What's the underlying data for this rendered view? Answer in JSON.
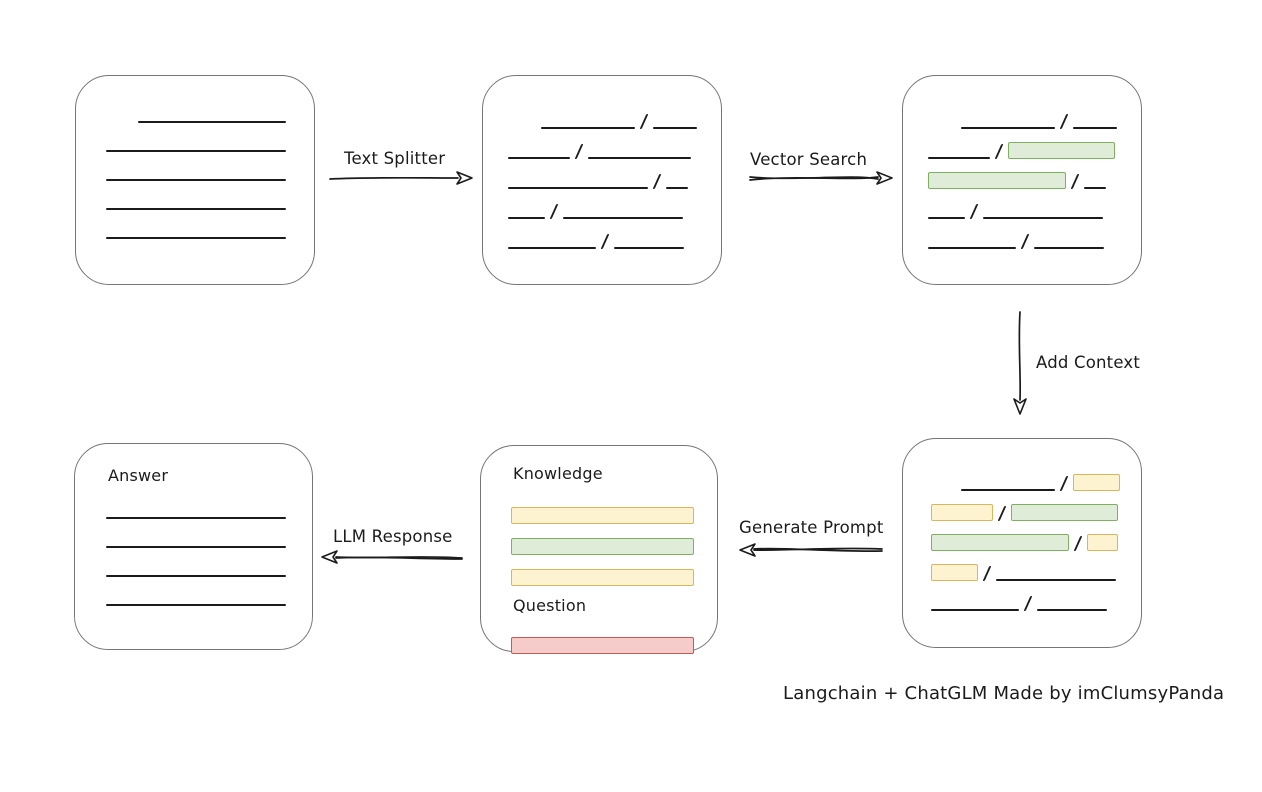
{
  "page": {
    "background": "#ffffff"
  },
  "colors": {
    "ink": "#1b1b1b",
    "box_border": "#757575",
    "green_fill": "#DFEDD8",
    "green_stroke": "#7FB062",
    "yellow_fill": "#FDF3D0",
    "yellow_stroke": "#D9B65C",
    "red_fill": "#F5CCC9",
    "red_stroke": "#C05B55"
  },
  "arrows": {
    "text_splitter": {
      "label": "Text Splitter",
      "direction": "right"
    },
    "vector_search": {
      "label": "Vector Search",
      "direction": "right"
    },
    "add_context": {
      "label": "Add Context",
      "direction": "down"
    },
    "generate_prompt": {
      "label": "Generate Prompt",
      "direction": "left"
    },
    "llm_response": {
      "label": "LLM Response",
      "direction": "left"
    }
  },
  "boxes": {
    "source_document": {
      "rows": [
        [
          {
            "t": "line",
            "w": 148,
            "indent": 32
          }
        ],
        [
          {
            "t": "line",
            "w": 180
          }
        ],
        [
          {
            "t": "line",
            "w": 180
          }
        ],
        [
          {
            "t": "line",
            "w": 180
          }
        ],
        [
          {
            "t": "line",
            "w": 180
          }
        ]
      ]
    },
    "split_chunks": {
      "rows": [
        [
          {
            "t": "line",
            "w": 94,
            "indent": 33
          },
          {
            "t": "slash"
          },
          {
            "t": "line",
            "w": 44
          }
        ],
        [
          {
            "t": "line",
            "w": 62
          },
          {
            "t": "slash"
          },
          {
            "t": "line",
            "w": 103
          }
        ],
        [
          {
            "t": "line",
            "w": 140
          },
          {
            "t": "slash"
          },
          {
            "t": "line",
            "w": 22
          }
        ],
        [
          {
            "t": "line",
            "w": 37
          },
          {
            "t": "slash"
          },
          {
            "t": "line",
            "w": 120
          }
        ],
        [
          {
            "t": "line",
            "w": 88
          },
          {
            "t": "slash"
          },
          {
            "t": "line",
            "w": 70
          }
        ]
      ]
    },
    "matched_chunks": {
      "rows": [
        [
          {
            "t": "line",
            "w": 94,
            "indent": 33
          },
          {
            "t": "slash"
          },
          {
            "t": "line",
            "w": 44
          }
        ],
        [
          {
            "t": "line",
            "w": 62
          },
          {
            "t": "slash"
          },
          {
            "t": "hl",
            "c": "green",
            "w": 107
          }
        ],
        [
          {
            "t": "hl",
            "c": "green",
            "w": 138
          },
          {
            "t": "slash"
          },
          {
            "t": "line",
            "w": 22
          }
        ],
        [
          {
            "t": "line",
            "w": 37
          },
          {
            "t": "slash"
          },
          {
            "t": "line",
            "w": 120
          }
        ],
        [
          {
            "t": "line",
            "w": 88
          },
          {
            "t": "slash"
          },
          {
            "t": "line",
            "w": 70
          }
        ]
      ]
    },
    "context_chunks": {
      "rows": [
        [
          {
            "t": "line",
            "w": 94,
            "indent": 30
          },
          {
            "t": "slash"
          },
          {
            "t": "hl",
            "c": "yellow",
            "w": 47
          }
        ],
        [
          {
            "t": "hl",
            "c": "yellow",
            "w": 62
          },
          {
            "t": "slash"
          },
          {
            "t": "hl",
            "c": "green",
            "w": 107
          }
        ],
        [
          {
            "t": "hl",
            "c": "green",
            "w": 138
          },
          {
            "t": "slash"
          },
          {
            "t": "hl",
            "c": "yellow",
            "w": 31
          }
        ],
        [
          {
            "t": "hl",
            "c": "yellow",
            "w": 47
          },
          {
            "t": "slash"
          },
          {
            "t": "line",
            "w": 120
          }
        ],
        [
          {
            "t": "line",
            "w": 88
          },
          {
            "t": "slash"
          },
          {
            "t": "line",
            "w": 70
          }
        ]
      ]
    },
    "prompt": {
      "knowledge_label": "Knowledge",
      "question_label": "Question",
      "knowledge_rows": [
        [
          {
            "t": "hl",
            "c": "yellow",
            "w": 183
          }
        ],
        [
          {
            "t": "hl",
            "c": "green",
            "w": 183
          }
        ],
        [
          {
            "t": "hl",
            "c": "yellow",
            "w": 183
          }
        ]
      ],
      "question_rows": [
        [
          {
            "t": "hl",
            "c": "red",
            "w": 183
          }
        ]
      ]
    },
    "answer": {
      "label": "Answer",
      "rows": [
        [
          {
            "t": "line",
            "w": 180
          }
        ],
        [
          {
            "t": "line",
            "w": 180
          }
        ],
        [
          {
            "t": "line",
            "w": 180
          }
        ],
        [
          {
            "t": "line",
            "w": 180
          }
        ]
      ]
    }
  },
  "footer": {
    "credit": "Langchain + ChatGLM Made by imClumsyPanda"
  }
}
